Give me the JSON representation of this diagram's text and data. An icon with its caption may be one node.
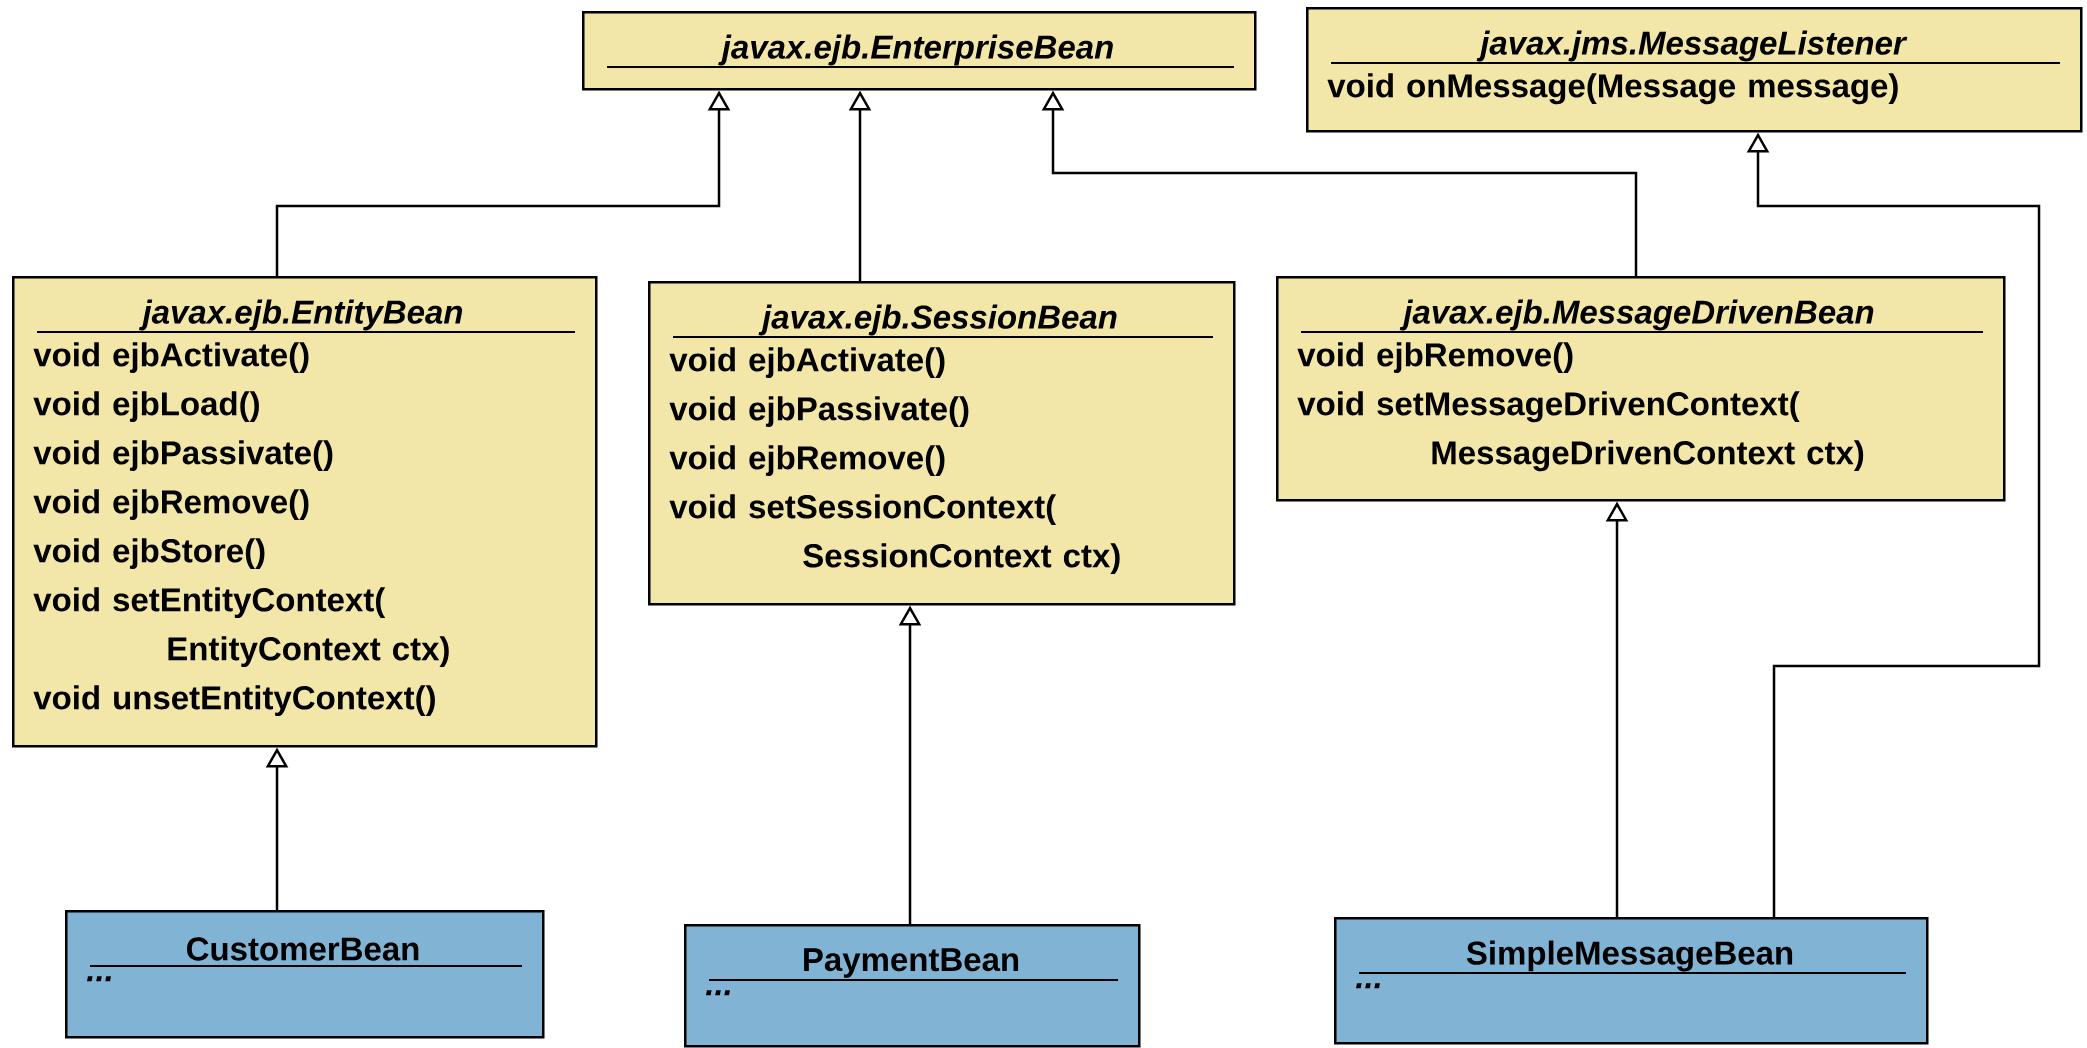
{
  "diagram": {
    "nodes": [
      {
        "text": [
          "javax.ejb.EnterpriseBean"
        ]
      },
      {
        "text": [
          "javax.jms.MessageListener",
          "void onMessage(Message message)"
        ]
      },
      {
        "text": [
          "javax.ejb.EntityBean",
          "void ejbActivate()",
          "void ejbLoad()",
          "void ejbPassivate()",
          "void ejbRemove()",
          "void ejbStore()",
          "void setEntityContext( EntityContext ctx)",
          "void unsetEntityContext()"
        ]
      },
      {
        "text": [
          "javax.ejb.SessionBean",
          "void ejbActivate()",
          "void ejbPassivate()",
          "void ejbRemove()",
          "void setSessionContext( SessionContext ctx)"
        ]
      },
      {
        "text": [
          "javax.ejb.MessageDrivenBean",
          "void ejbRemove()",
          "void setMessageDrivenContext( MessageDrivenContext ctx)"
        ]
      },
      {
        "text": [
          "CustomerBean",
          "..."
        ]
      },
      {
        "text": [
          "PaymentBean",
          "..."
        ]
      },
      {
        "text": [
          "SimpleMessageBean",
          "..."
        ]
      }
    ],
    "edges": [
      {
        "from": 2,
        "to": 0,
        "arrow": "to"
      },
      {
        "from": 3,
        "to": 0,
        "arrow": "to"
      },
      {
        "from": 4,
        "to": 0,
        "arrow": "to"
      },
      {
        "from": 7,
        "to": 1,
        "arrow": "to"
      },
      {
        "from": 5,
        "to": 2,
        "arrow": "to"
      },
      {
        "from": 6,
        "to": 3,
        "arrow": "to"
      },
      {
        "from": 7,
        "to": 4,
        "arrow": "to"
      }
    ]
  }
}
